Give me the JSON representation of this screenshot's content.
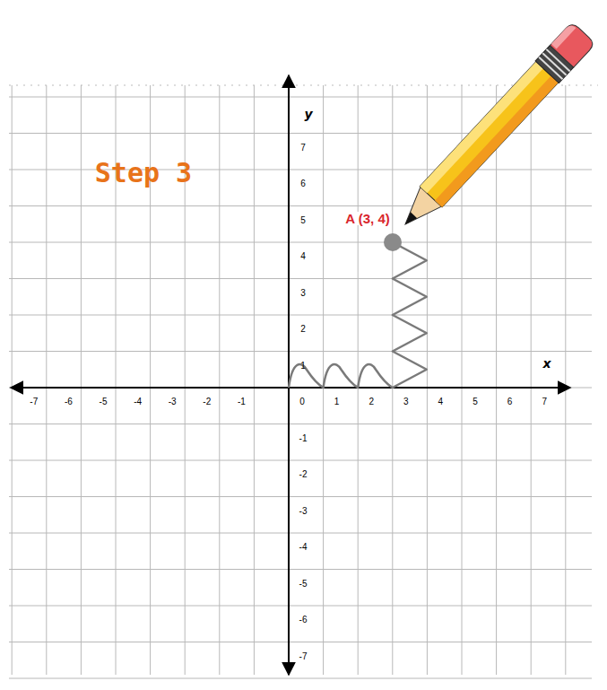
{
  "diagram": {
    "labels": [
      "Step 3",
      "y",
      "x",
      "A (3, 4)",
      "-7",
      "-6",
      "-5",
      "-4",
      "-3",
      "-2",
      "-1",
      "0",
      "1",
      "2",
      "3",
      "4",
      "5",
      "6",
      "7",
      "7",
      "6",
      "5",
      "4",
      "3",
      "2",
      "1",
      "-1",
      "-2",
      "-3",
      "-4",
      "-5",
      "-6",
      "-7"
    ]
  }
}
